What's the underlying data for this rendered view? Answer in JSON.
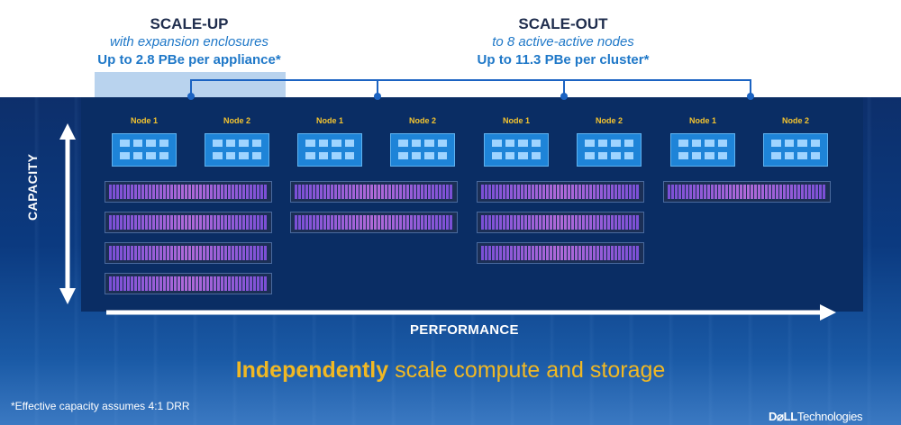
{
  "scale_up": {
    "title": "SCALE-UP",
    "subtitle": "with expansion enclosures",
    "capacity": "Up to 2.8 PBe per appliance*"
  },
  "scale_out": {
    "title": "SCALE-OUT",
    "subtitle": "to 8 active-active nodes",
    "capacity": "Up to 11.3 PBe per cluster*"
  },
  "appliances": [
    {
      "node_a": "Node 1",
      "node_b": "Node 2",
      "enclosures": 4
    },
    {
      "node_a": "Node 1",
      "node_b": "Node 2",
      "enclosures": 2
    },
    {
      "node_a": "Node 1",
      "node_b": "Node 2",
      "enclosures": 3
    },
    {
      "node_a": "Node 1",
      "node_b": "Node 2",
      "enclosures": 1
    }
  ],
  "axes": {
    "y_label": "CAPACITY",
    "x_label": "PERFORMANCE"
  },
  "tagline": {
    "bold": "Independently",
    "rest": "scale compute and storage"
  },
  "footnote": "*Effective capacity assumes 4:1 DRR",
  "brand": {
    "part1": "D⌀LL",
    "part2": "Technologies"
  },
  "colors": {
    "accent_blue": "#1f78c8",
    "dark_navy": "#1f2d4d",
    "gold": "#f0b824",
    "node_blue": "#1e84d8",
    "drive_purple": "#b06ad8"
  }
}
